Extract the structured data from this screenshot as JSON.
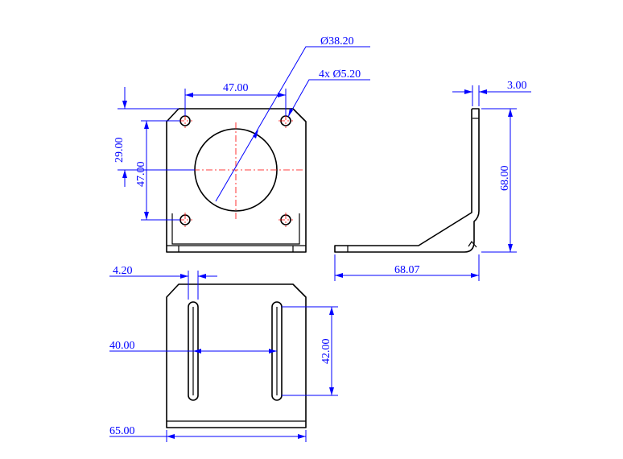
{
  "colors": {
    "outline": "#000000",
    "dimension": "#0000ff",
    "centerline": "#ff0000",
    "background": "#ffffff"
  },
  "dimensions": {
    "bore_diameter": "Ø38.20",
    "hole_callout": "4x Ø5.20",
    "hole_spacing_horizontal": "47.00",
    "hole_spacing_vertical": "47.00",
    "flange_edge_to_center": "29.00",
    "thickness": "3.00",
    "side_height": "68.00",
    "side_base_length": "68.07",
    "slot_width": "4.20",
    "slot_spacing": "40.00",
    "slot_length": "42.00",
    "base_width": "65.00"
  }
}
